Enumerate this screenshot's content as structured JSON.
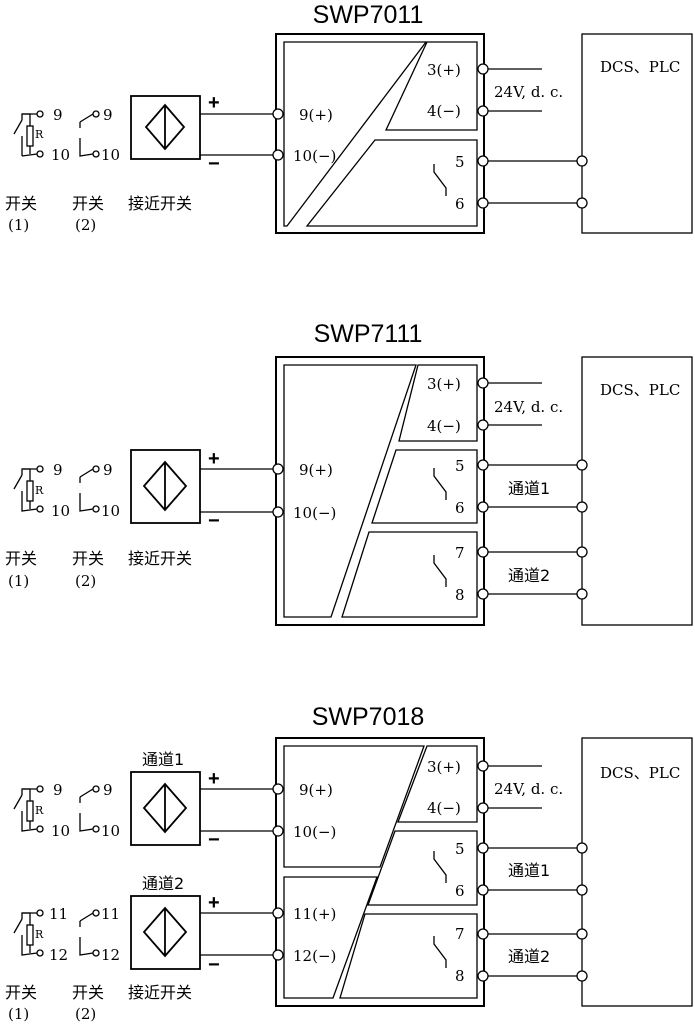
{
  "diagrams": [
    {
      "model": "SWP7011",
      "power_terminals": [
        "3(+)",
        "4(−)"
      ],
      "power_label": "24V, d. c.",
      "input_terminals": [
        "9(+)",
        "10(−)"
      ],
      "relay_terminals": [
        [
          "5",
          "6"
        ]
      ],
      "dcs_label": "DCS、PLC",
      "switch1_terminals": [
        "9",
        "10"
      ],
      "switch2_terminals": [
        "9",
        "10"
      ],
      "captions": [
        "开关",
        "(1)",
        "开关",
        "(2)",
        "接近开关"
      ]
    },
    {
      "model": "SWP7111",
      "power_terminals": [
        "3(+)",
        "4(−)"
      ],
      "power_label": "24V, d. c.",
      "input_terminals": [
        "9(+)",
        "10(−)"
      ],
      "relay_terminals": [
        [
          "5",
          "6"
        ],
        [
          "7",
          "8"
        ]
      ],
      "channel_labels": [
        "通道1",
        "通道2"
      ],
      "dcs_label": "DCS、PLC",
      "switch1_terminals": [
        "9",
        "10"
      ],
      "switch2_terminals": [
        "9",
        "10"
      ],
      "captions": [
        "开关",
        "(1)",
        "开关",
        "(2)",
        "接近开关"
      ]
    },
    {
      "model": "SWP7018",
      "power_terminals": [
        "3(+)",
        "4(−)"
      ],
      "power_label": "24V, d. c.",
      "input_terminals": [
        "9(+)",
        "10(−)",
        "11(+)",
        "12(−)"
      ],
      "relay_terminals": [
        [
          "5",
          "6"
        ],
        [
          "7",
          "8"
        ]
      ],
      "channel_labels": [
        "通道1",
        "通道2"
      ],
      "sensor_labels": [
        "通道1",
        "通道2"
      ],
      "dcs_label": "DCS、PLC",
      "switch_rows": [
        {
          "switch1_terminals": [
            "9",
            "10"
          ],
          "switch2_terminals": [
            "9",
            "10"
          ]
        },
        {
          "switch1_terminals": [
            "11",
            "12"
          ],
          "switch2_terminals": [
            "11",
            "12"
          ]
        }
      ],
      "captions": [
        "开关",
        "(1)",
        "开关",
        "(2)",
        "接近开关"
      ]
    }
  ],
  "resistor_label": "R",
  "plus": "+",
  "minus": "−"
}
